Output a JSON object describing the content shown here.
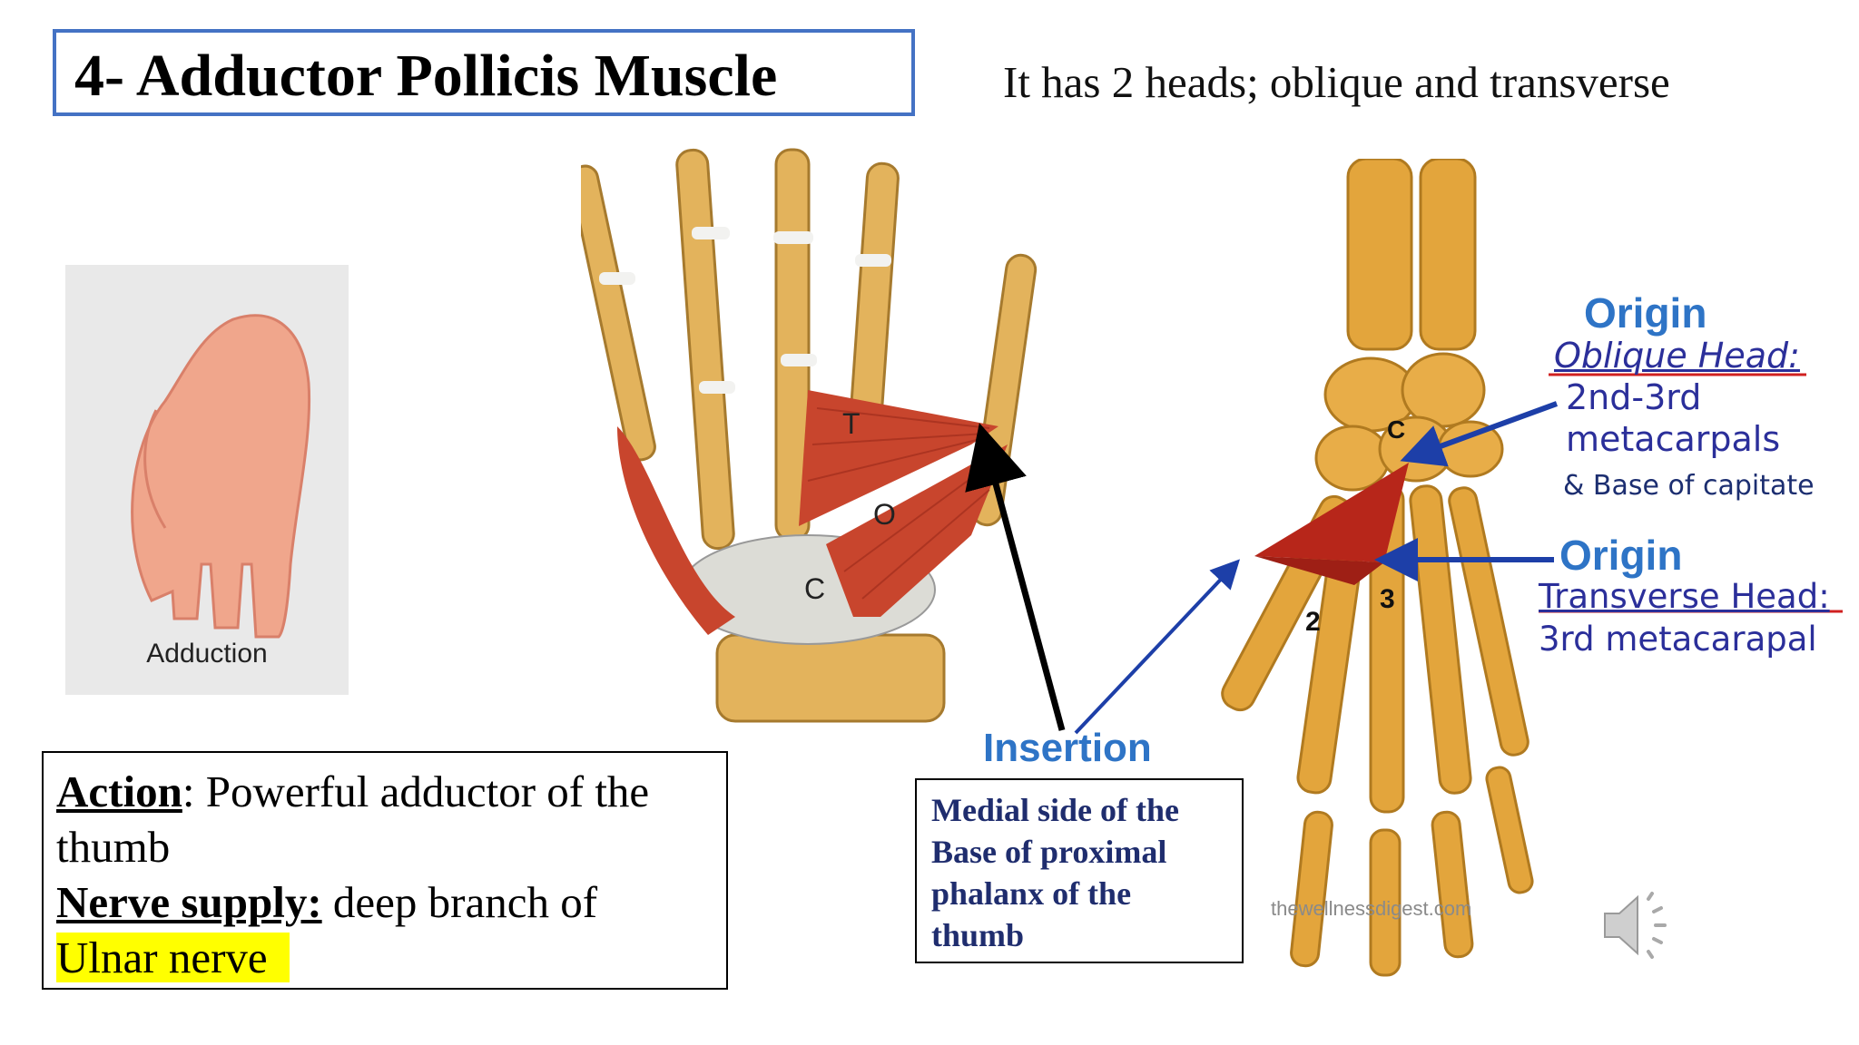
{
  "slide": {
    "title": "4- Adductor Pollicis Muscle",
    "subtitle": "It has 2 heads; oblique and transverse"
  },
  "thumb_image": {
    "caption": "Adduction"
  },
  "info": {
    "action_label": "Action",
    "action_text": ": Powerful adductor of the thumb",
    "nerve_label": "Nerve supply:",
    "nerve_text": " deep branch of",
    "nerve_highlight": "Ulnar nerve",
    "highlight_color": "#ffff00"
  },
  "left_diagram": {
    "letter_t": "T",
    "letter_o": "O",
    "letter_c": "C"
  },
  "right_diagram": {
    "capitate_letter": "C",
    "metacarpal_2": "2",
    "metacarpal_3": "3",
    "watermark": "thewellnessdigest.com"
  },
  "origin_oblique": {
    "heading": "Origin",
    "head_name": "Oblique Head:",
    "line1": "2nd-3rd",
    "line2": "metacarpals",
    "line3": "& Base of capitate"
  },
  "origin_transverse": {
    "heading": "Origin",
    "head_name": "Transverse Head:",
    "line1": "3rd metacarapal"
  },
  "insertion": {
    "heading": "Insertion",
    "text": "Medial side of the Base of proximal phalanx of the thumb"
  },
  "colors": {
    "title_border": "#4472c4",
    "bone": "#e3a53c",
    "muscle": "#c8452d",
    "arrow_blue": "#1d3fa8",
    "origin_blue": "#2e74c6",
    "red_underline": "#d02020"
  },
  "icons": [
    "speaker-icon"
  ]
}
